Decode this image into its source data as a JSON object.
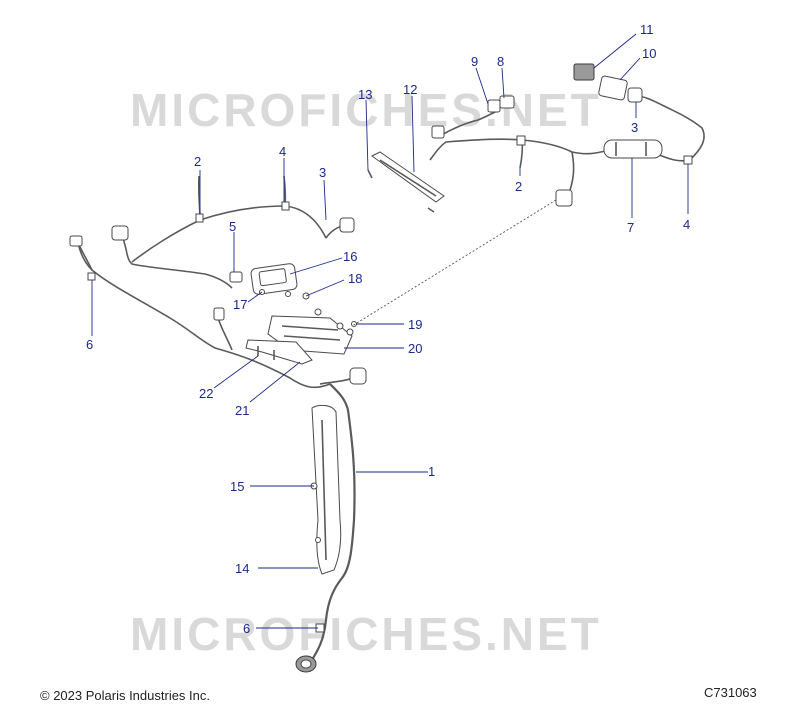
{
  "watermark_text": "MICROFICHES.NET",
  "copyright": "© 2023 Polaris Industries Inc.",
  "diagram_code": "C731063",
  "callouts": [
    "1",
    "2",
    "2",
    "3",
    "3",
    "4",
    "4",
    "5",
    "6",
    "6",
    "7",
    "8",
    "9",
    "10",
    "11",
    "12",
    "13",
    "14",
    "15",
    "16",
    "17",
    "18",
    "19",
    "20",
    "21",
    "22"
  ],
  "colors": {
    "callout": "#1a2a8c",
    "linework": "#4a4a4a",
    "watermark": "#d9d9d9"
  }
}
